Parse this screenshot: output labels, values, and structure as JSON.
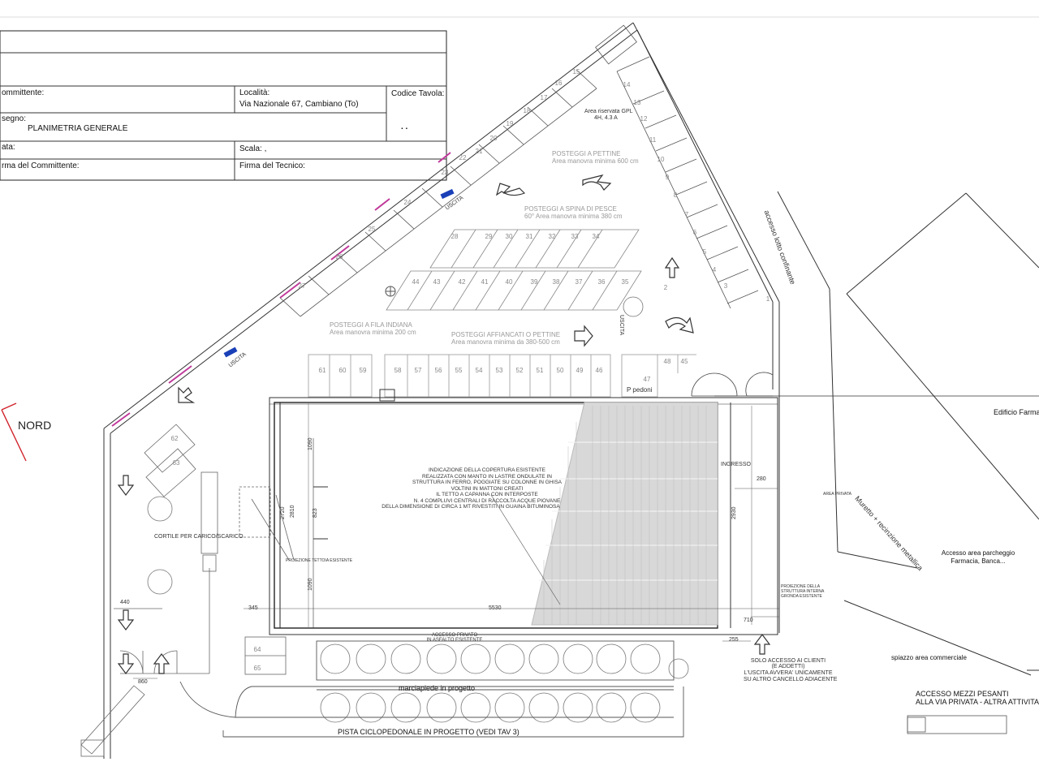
{
  "title_block": {
    "committente_label": "ommittente:",
    "localita_label": "Località:",
    "localita_value": "Via Nazionale 67, Cambiano (To)",
    "codice_label": "Codice Tavola:",
    "codice_value": ". .",
    "disegno_label": "segno:",
    "disegno_value": "PLANIMETRIA GENERALE",
    "data_label": "ata:",
    "scala_label": "Scala: ,",
    "firma_committente_label": "rma del Committente:",
    "firma_tecnico_label": "Firma del Tecnico:"
  },
  "north_label": "NORD",
  "exit_label": "USCITA",
  "stalls": {
    "row_top_right": [
      "14",
      "13",
      "12",
      "11",
      "10",
      "9",
      "8",
      "7",
      "6",
      "5",
      "4",
      "3",
      "2",
      "1"
    ],
    "row_top_left": [
      "15",
      "16",
      "17",
      "18",
      "19",
      "20",
      "21",
      "22",
      "23",
      "24",
      "25",
      "26",
      "27"
    ],
    "herringbone_upper": [
      "28",
      "29",
      "30",
      "31",
      "32",
      "33",
      "34"
    ],
    "herringbone_lower": [
      "44",
      "43",
      "42",
      "41",
      "40",
      "39",
      "38",
      "37",
      "36",
      "35"
    ],
    "row_front": [
      "61",
      "60",
      "59",
      "58",
      "57",
      "56",
      "55",
      "54",
      "53",
      "52",
      "51",
      "50",
      "49",
      "46"
    ],
    "right_group": [
      "48",
      "45",
      "47"
    ],
    "courtyard": [
      "62",
      "63",
      "64",
      "65"
    ]
  },
  "labels": {
    "area_riservata": "Area riservata GPL",
    "area_riservata_2": "4H, 4.3 A",
    "pettine_title": "POSTEGGI A PETTINE",
    "pettine_sub": "Area manovra minima 600 cm",
    "spina_title": "POSTEGGI A SPINA DI PESCE",
    "spina_sub": "60° Area manovra minima 380 cm",
    "fila_title": "POSTEGGI A FILA INDIANA",
    "fila_sub": "Area manovra minima 200 cm",
    "affiancati_title": "POSTEGGI AFFIANCATI O PETTINE",
    "affiancati_sub": "Area manovra minima da 380-500 cm",
    "accesso_lotto": "accesso lotto confinante",
    "edificio": "Edificio Farmaci",
    "muretto": "Muretto + recinzione metallica",
    "accesso_area": "Accesso area parcheggio",
    "accesso_area_2": "Farmacia, Banca...",
    "spiazzo": "spiazzo area commerciale",
    "mezzi_pesanti": "ACCESSO MEZZI PESANTI",
    "mezzi_pesanti_2": "ALLA VIA PRIVATA - ALTRA ATTIVITA'",
    "cortile": "CORTILE PER CARICO/SCARICO",
    "ingresso": "INGRESSO",
    "marciapiede": "marciapiede in progetto",
    "pista": "PISTA CICLOPEDONALE IN PROGETTO (VEDI TAV 3)",
    "solo_accesso": "SOLO ACCESSO AI CLIENTI",
    "solo_accesso_2": "(E ADDETTI)",
    "solo_accesso_3": "L'USCITA AVVERA' UNICAMENTE",
    "solo_accesso_4": "SU ALTRO CANCELLO ADIACENTE",
    "accesso_privato": "ACCESSO PRIVATO",
    "accesso_privato_2": "IN ASFALTO ESISTENTE",
    "proiezione_tettoia": "PROIEZIONE TETTOIA ESISTENTE",
    "proiezione_gronda": "PROIEZIONE DELLA STRUTTURA INTERNA GRONDA ESISTENTE",
    "area_privata": "AREA PRIVATA",
    "pedoni": "P pedoni",
    "note_1": "INDICAZIONE DELLA COPERTURA ESISTENTE",
    "note_2": "REALIZZATA CON MANTO IN LASTRE ONDULATE IN",
    "note_3": "STRUTTURA IN FERRO, POGGIATE SU COLONNE IN GHISA",
    "note_4": "VOLTINI IN MATTONI CREATI",
    "note_5": "IL TETTO A CAPANNA CON INTERPOSTE",
    "note_6": "N. 4 COMPLUVI CENTRALI DI RACCOLTA ACQUE PIOVANE",
    "note_7": "DELLA DIMENSIONE DI CIRCA 1 MT RIVESTITI IN GUAINA BITUMINOSA"
  },
  "dimensions": {
    "d_1090_top": "1090",
    "d_2720": "2720",
    "d_2810": "2810",
    "d_823": "823",
    "d_1090_bot": "1090",
    "d_2930": "2930",
    "d_280": "280",
    "d_5530": "5530",
    "d_345": "345",
    "d_440": "440",
    "d_860": "860",
    "d_255": "255",
    "d_710": "710"
  }
}
